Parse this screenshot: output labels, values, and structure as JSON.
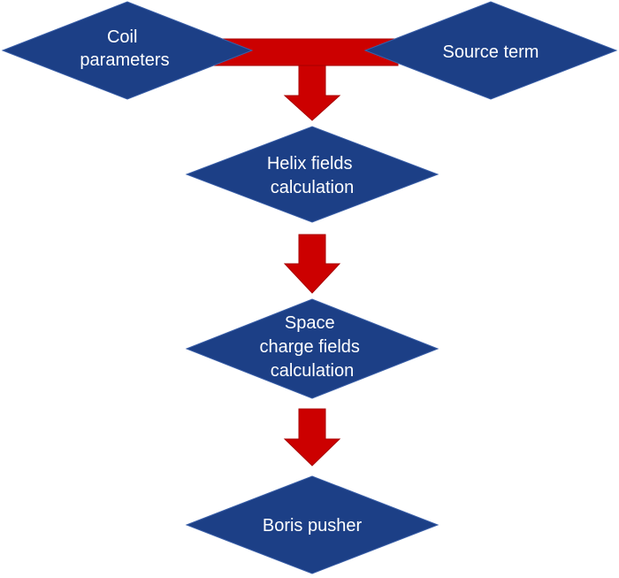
{
  "colors": {
    "node_fill": "#1c3f86",
    "arrow_fill": "#cc0000",
    "text": "#ffffff",
    "background": "#ffffff"
  },
  "nodes": {
    "coil_parameters": [
      "Coil",
      "parameters"
    ],
    "source_term": [
      "Source term"
    ],
    "helix_fields": [
      "Helix fields",
      "calculation"
    ],
    "space_charge_fields": [
      "Space",
      "charge fields",
      "calculation"
    ],
    "boris_pusher": [
      "Boris pusher"
    ]
  }
}
